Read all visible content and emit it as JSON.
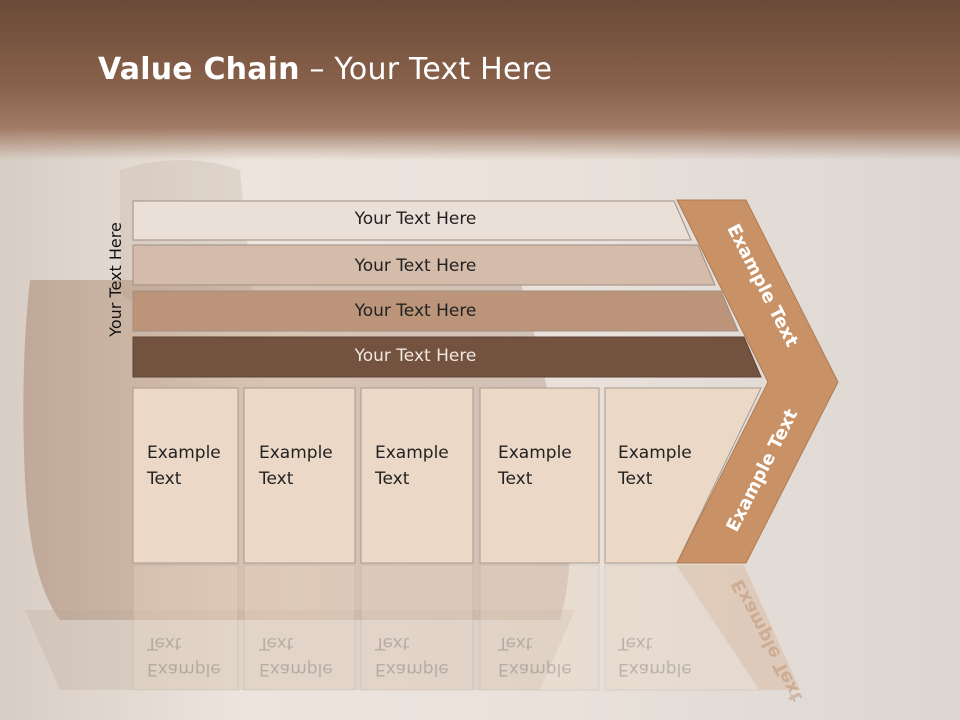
{
  "slide": {
    "title_bold": "Value Chain",
    "title_rest": " – Your Text Here",
    "vertical_label": "Your Text Here"
  },
  "bars": [
    {
      "label": "Your Text Here",
      "fill": "#ebe0d8",
      "text_color": "#222222"
    },
    {
      "label": "Your Text Here",
      "fill": "#d5bbaa",
      "text_color": "#222222"
    },
    {
      "label": "Your Text Here",
      "fill": "#bb9479",
      "text_color": "#222222"
    },
    {
      "label": "Your Text Here",
      "fill": "#735240",
      "text_color": "#f2e8e0"
    }
  ],
  "cells": [
    {
      "line1": "Example",
      "line2": "Text"
    },
    {
      "line1": "Example",
      "line2": "Text"
    },
    {
      "line1": "Example",
      "line2": "Text"
    },
    {
      "line1": "Example",
      "line2": "Text"
    },
    {
      "line1": "Example",
      "line2": "Text"
    }
  ],
  "chevron": {
    "top_text": "Example Text",
    "bottom_text": "Example Text",
    "fill": "#c89266"
  },
  "colors": {
    "cell_fill": "#ecd8c6",
    "cell_stroke": "#a89a8f",
    "header": "#7a5643"
  }
}
